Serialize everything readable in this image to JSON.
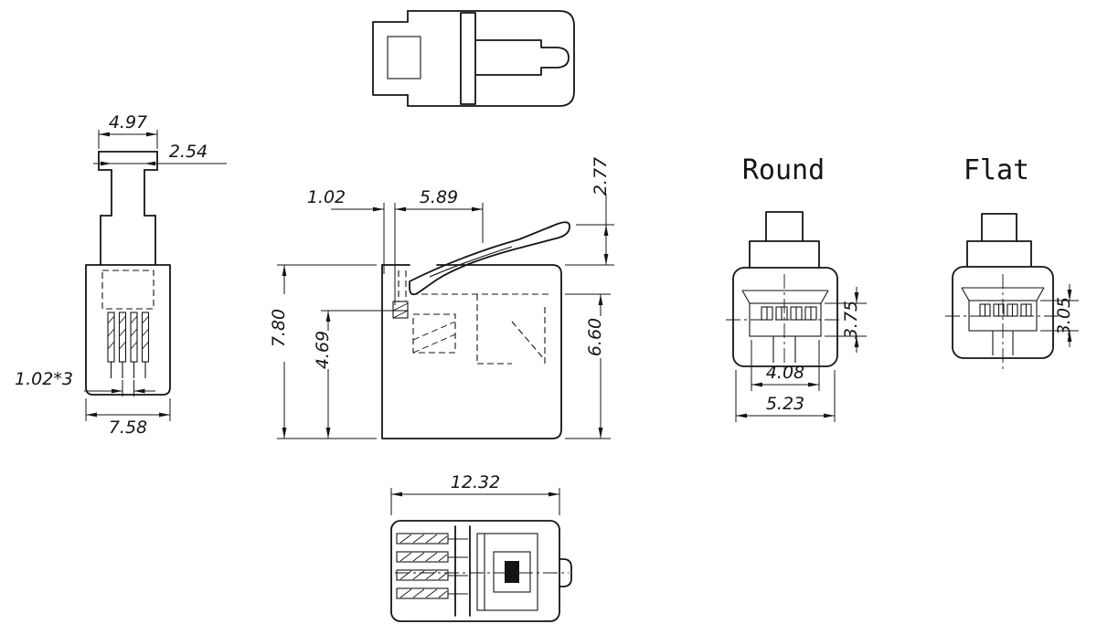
{
  "views": {
    "front": {
      "tab_width": "4.97",
      "latch_width": "2.54",
      "pin_pitch": "1.02*3",
      "body_width": "7.58"
    },
    "side": {
      "latch_lip": "1.02",
      "latch_length": "5.89",
      "latch_height": "2.77",
      "overall_height": "7.80",
      "cavity_height": "4.69",
      "body_height": "6.60"
    },
    "bottom": {
      "overall_length": "12.32"
    },
    "round": {
      "label": "Round",
      "contact_height": "3.75",
      "opening_width": "4.08",
      "body_width": "5.23"
    },
    "flat": {
      "label": "Flat",
      "contact_height": "3.05"
    }
  }
}
